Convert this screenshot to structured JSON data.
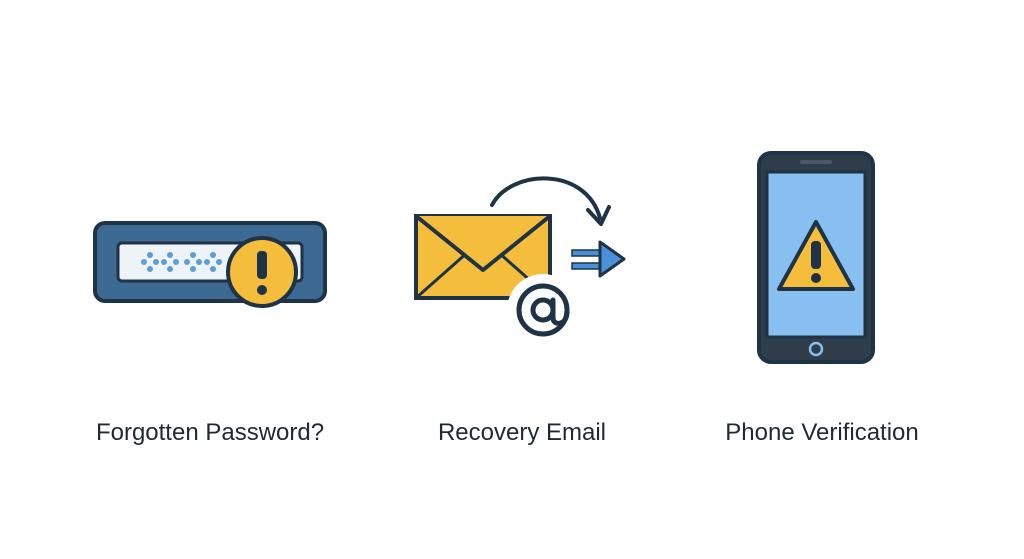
{
  "panels": [
    {
      "id": "forgotten-password",
      "label": "Forgotten Password?",
      "icons": [
        "password-field-icon",
        "warning-badge-icon"
      ]
    },
    {
      "id": "recovery-email",
      "label": "Recovery Email",
      "icons": [
        "envelope-icon",
        "at-sign-icon",
        "curved-arrow-icon",
        "right-arrow-icon"
      ]
    },
    {
      "id": "phone-verification",
      "label": "Phone Verification",
      "icons": [
        "smartphone-icon",
        "warning-triangle-icon"
      ]
    }
  ],
  "colors": {
    "outline": "#1f3346",
    "field_blue": "#3d6a93",
    "accent_yellow": "#f5bd3c",
    "screen_blue": "#86bff0",
    "arrow_blue": "#4a90d9",
    "dot_blue": "#5b9fd6",
    "text": "#1f2a33"
  }
}
